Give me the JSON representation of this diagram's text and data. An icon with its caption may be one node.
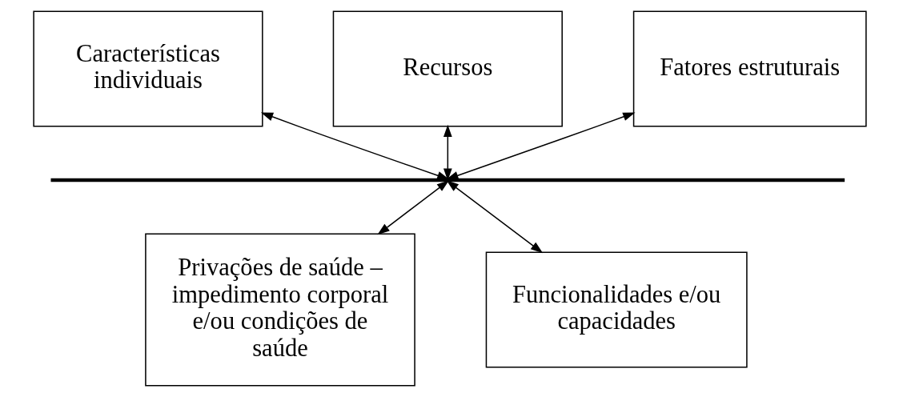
{
  "diagram": {
    "nodes": [
      {
        "text": [
          "Características individuais"
        ]
      },
      {
        "text": [
          "Recursos"
        ]
      },
      {
        "text": [
          "Fatores estruturais"
        ]
      },
      {
        "text": [],
        "shape": "bar"
      },
      {
        "text": [
          "Privações de saúde – impedimento corporal e/ou condições de saúde"
        ]
      },
      {
        "text": [
          "Funcionalidades e/ou capacidades"
        ]
      }
    ],
    "edges": [
      {
        "from": 0,
        "to": 3,
        "arrow": "both"
      },
      {
        "from": 1,
        "to": 3,
        "arrow": "both"
      },
      {
        "from": 2,
        "to": 3,
        "arrow": "both"
      },
      {
        "from": 3,
        "to": 4,
        "arrow": "both"
      },
      {
        "from": 3,
        "to": 5,
        "arrow": "both"
      }
    ]
  }
}
